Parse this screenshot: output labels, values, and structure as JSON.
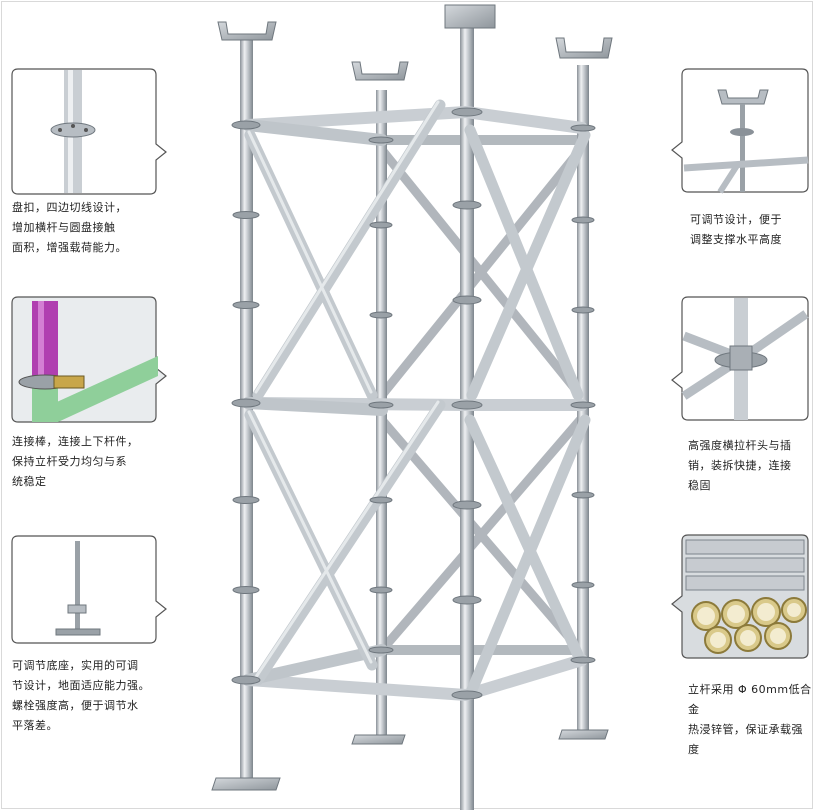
{
  "image": {
    "subject": "ringlock-scaffold-tower",
    "palette": {
      "steel_light": "#e6e9ec",
      "steel_mid": "#b9bfc5",
      "steel_dark": "#7d858c",
      "callout_border": "#555555",
      "purple_pipe": "#b03fb0",
      "green_pipe": "#8fcf9a"
    }
  },
  "callouts": [
    {
      "id": "disc-buckle",
      "icon": "rosette-disc-icon",
      "caption_lines": [
        "盘扣，四边切线设计，",
        "增加横杆与圆盘接触",
        "面积，增强载荷能力。"
      ]
    },
    {
      "id": "connector-rod",
      "icon": "connector-rod-icon",
      "caption_lines": [
        "连接棒，连接上下杆件，",
        "保持立杆受力均匀与系",
        "统稳定"
      ]
    },
    {
      "id": "adjustable-base",
      "icon": "screw-jack-base-icon",
      "caption_lines": [
        "可调节底座，实用的可调",
        "节设计，地面适应能力强。",
        "螺栓强度高，便于调节水",
        "平落差。"
      ]
    },
    {
      "id": "adjustable-head",
      "icon": "u-head-jack-icon",
      "caption_lines": [
        "可调节设计，便于",
        "调整支撑水平高度"
      ]
    },
    {
      "id": "ledger-head-pin",
      "icon": "ledger-head-wedge-icon",
      "caption_lines": [
        "高强度横拉杆头与插",
        "销，装拆快捷，连接",
        "稳固"
      ]
    },
    {
      "id": "standard-tube",
      "icon": "galvanized-tubes-icon",
      "caption_lines": [
        "立杆采用 Φ 60mm低合金",
        "热浸锌管，保证承载强",
        "度"
      ]
    }
  ]
}
